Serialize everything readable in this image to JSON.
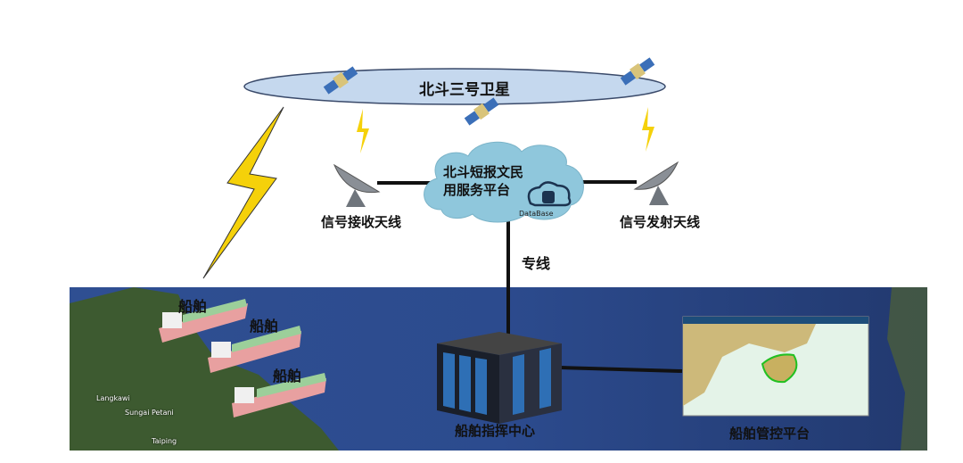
{
  "satellite_label": "北斗三号卫星",
  "cloud": {
    "line1": "北斗短报文民",
    "line2": "用服务平台",
    "db_label": "DataBase"
  },
  "receive_antenna": "信号接收天线",
  "transmit_antenna": "信号发射天线",
  "dedicated_line": "专线",
  "ships": [
    "船舶",
    "船舶",
    "船舶"
  ],
  "command_center": "船舶指挥中心",
  "control_platform": "船舶管控平台",
  "map_labels": [
    "Langkawi",
    "Sungai Petani",
    "Taiping"
  ],
  "colors": {
    "ellipse": "#c5d8ee",
    "cloud": "#8fc7dc",
    "lightning": "#f5d10a",
    "sea": "#2a4a8c",
    "land": "#3e5a32"
  }
}
